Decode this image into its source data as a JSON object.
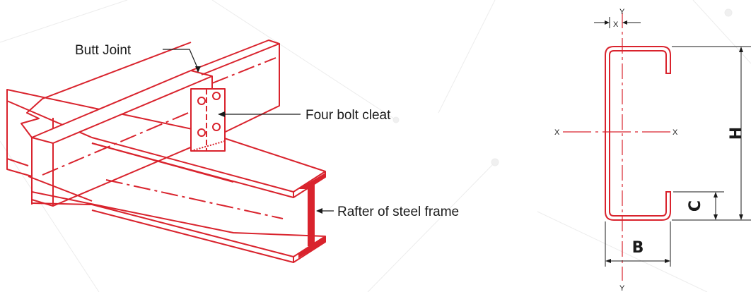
{
  "colors": {
    "stroke": "#d9232d",
    "text": "#1a1a1a",
    "background_lines": "#e9e9e9",
    "background": "#ffffff"
  },
  "left_diagram": {
    "labels": {
      "butt_joint": "Butt Joint",
      "cleat": "Four bolt cleat",
      "rafter": "Rafter of steel frame"
    }
  },
  "right_diagram": {
    "axis_labels": {
      "y_top": "Y",
      "y_bottom": "Y",
      "x_left": "X",
      "x_right": "X",
      "x_offset": "X"
    },
    "dimension_labels": {
      "height": "H",
      "breadth": "B",
      "lip": "C"
    }
  }
}
